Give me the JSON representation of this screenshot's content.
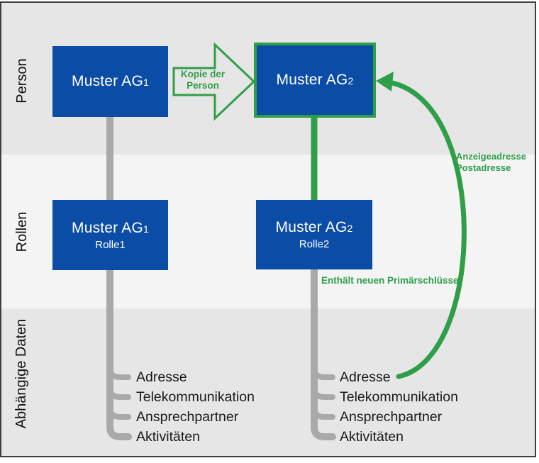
{
  "bands": {
    "person": "Person",
    "rollen": "Rollen",
    "dependent": "Abhängige Daten"
  },
  "boxes": {
    "person_left": {
      "title": "Muster AG",
      "sub": "1"
    },
    "person_right": {
      "title": "Muster AG",
      "sub": "2"
    },
    "role_left": {
      "title": "Muster AG",
      "sub": "1",
      "role": "Rolle1"
    },
    "role_right": {
      "title": "Muster AG",
      "sub": "2",
      "role": "Rolle2"
    }
  },
  "annotations": {
    "copy_arrow_line1": "Kopie der",
    "copy_arrow_line2": "Person",
    "primary_key_note": "Enthält neuen Primärschlüssel",
    "address_note_line1": "Anzeigeadresse",
    "address_note_line2": "Postadresse"
  },
  "dependent_items": [
    "Adresse",
    "Telekommunikation",
    "Ansprechpartner",
    "Aktivitäten"
  ],
  "colors": {
    "box_blue": "#0b4da6",
    "green": "#2f9e48",
    "connector_gray": "#a9a9a9",
    "band_dark": "#e6e6e6",
    "band_light": "#f4f4f4",
    "frame_border": "#3f3f3f"
  }
}
